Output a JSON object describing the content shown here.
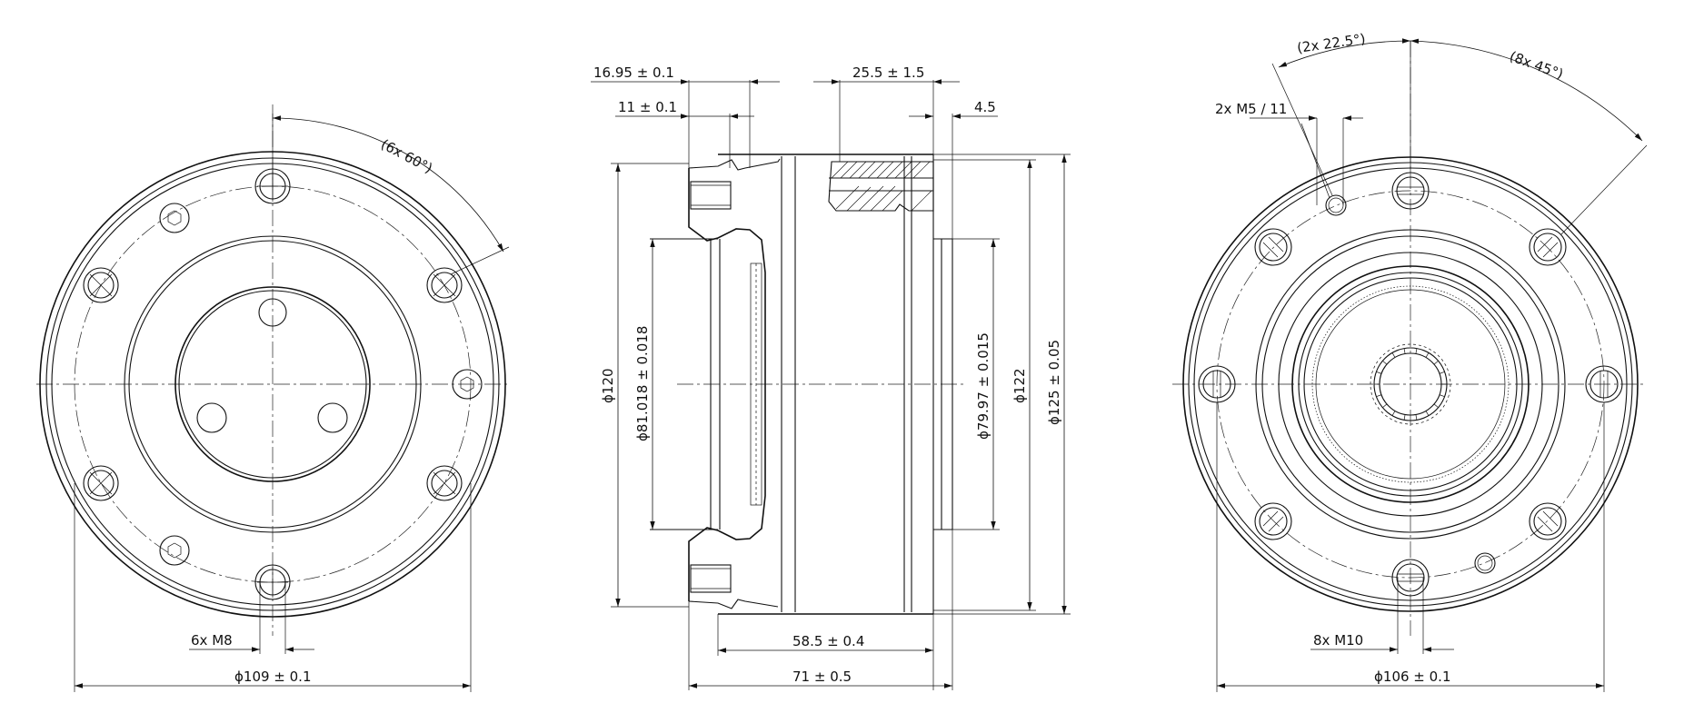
{
  "left_view": {
    "dims": {
      "pattern_angle": "(6x 60°)",
      "thread": "6x M8",
      "diameter": "ϕ109 ± 0.1"
    }
  },
  "middle_view": {
    "dims": {
      "flange_thick": "16.95 ± 0.1",
      "step_depth": "11 ± 0.1",
      "hole_offset": "25.5 ± 1.5",
      "lip": "4.5",
      "outer_dia_120": "ϕ120",
      "inner_dia_81": "ϕ81.018 ± 0.018",
      "inner_dia_79": "ϕ79.97 ± 0.015",
      "outer_dia_122": "ϕ122",
      "outer_dia_125": "ϕ125 ± 0.05",
      "body_len": "58.5 ± 0.4",
      "total_len": "71 ± 0.5"
    }
  },
  "right_view": {
    "dims": {
      "angle_small": "(2x 22.5°)",
      "angle_large": "(8x 45°)",
      "small_thread": "2x M5 / 11",
      "thread": "8x M10",
      "diameter": "ϕ106 ± 0.1"
    }
  }
}
